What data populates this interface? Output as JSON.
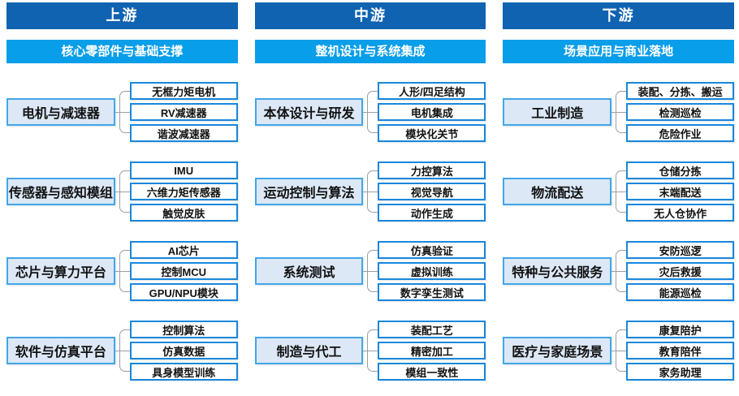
{
  "colors": {
    "header_dark_blue": "#1063b1",
    "subtitle_bright_blue": "#099ee9",
    "category_fill": "#dce8f6",
    "category_border": "#41a7e8",
    "item_border": "#1a87dc",
    "connector_gray": "#9aa0a6"
  },
  "columns": [
    {
      "id": "upstream",
      "header": "上游",
      "subtitle": "核心零部件与基础支撑",
      "groups": [
        {
          "category": "电机与减速器",
          "items": [
            "无框力矩电机",
            "RV减速器",
            "谐波减速器"
          ]
        },
        {
          "category": "传感器与感知模组",
          "items": [
            "IMU",
            "六维力矩传感器",
            "触觉皮肤"
          ]
        },
        {
          "category": "芯片与算力平台",
          "items": [
            "AI芯片",
            "控制MCU",
            "GPU/NPU模块"
          ]
        },
        {
          "category": "软件与仿真平台",
          "items": [
            "控制算法",
            "仿真数据",
            "具身模型训练"
          ]
        }
      ]
    },
    {
      "id": "midstream",
      "header": "中游",
      "subtitle": "整机设计与系统集成",
      "groups": [
        {
          "category": "本体设计与研发",
          "items": [
            "人形/四足结构",
            "电机集成",
            "模块化关节"
          ]
        },
        {
          "category": "运动控制与算法",
          "items": [
            "力控算法",
            "视觉导航",
            "动作生成"
          ]
        },
        {
          "category": "系统测试",
          "items": [
            "仿真验证",
            "虚拟训练",
            "数字孪生测试"
          ]
        },
        {
          "category": "制造与代工",
          "items": [
            "装配工艺",
            "精密加工",
            "模组一致性"
          ]
        }
      ]
    },
    {
      "id": "downstream",
      "header": "下游",
      "subtitle": "场景应用与商业落地",
      "groups": [
        {
          "category": "工业制造",
          "items": [
            "装配、分拣、搬运",
            "检测巡检",
            "危险作业"
          ]
        },
        {
          "category": "物流配送",
          "items": [
            "仓储分拣",
            "末端配送",
            "无人仓协作"
          ]
        },
        {
          "category": "特种与公共服务",
          "items": [
            "安防巡逻",
            "灾后救援",
            "能源巡检"
          ]
        },
        {
          "category": "医疗与家庭场景",
          "items": [
            "康复陪护",
            "教育陪伴",
            "家务助理"
          ]
        }
      ]
    }
  ]
}
